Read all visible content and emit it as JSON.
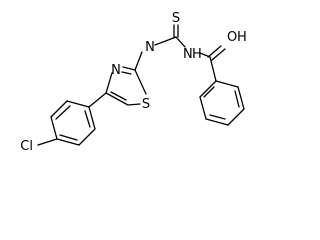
{
  "atoms": {
    "nh_amide": "N",
    "h_amide": "H",
    "oh_o": "O",
    "oh_h": "H",
    "thione_s": "S",
    "imine_n": "N",
    "ring_n": "N",
    "ring_s": "S",
    "chloro": "Cl"
  }
}
